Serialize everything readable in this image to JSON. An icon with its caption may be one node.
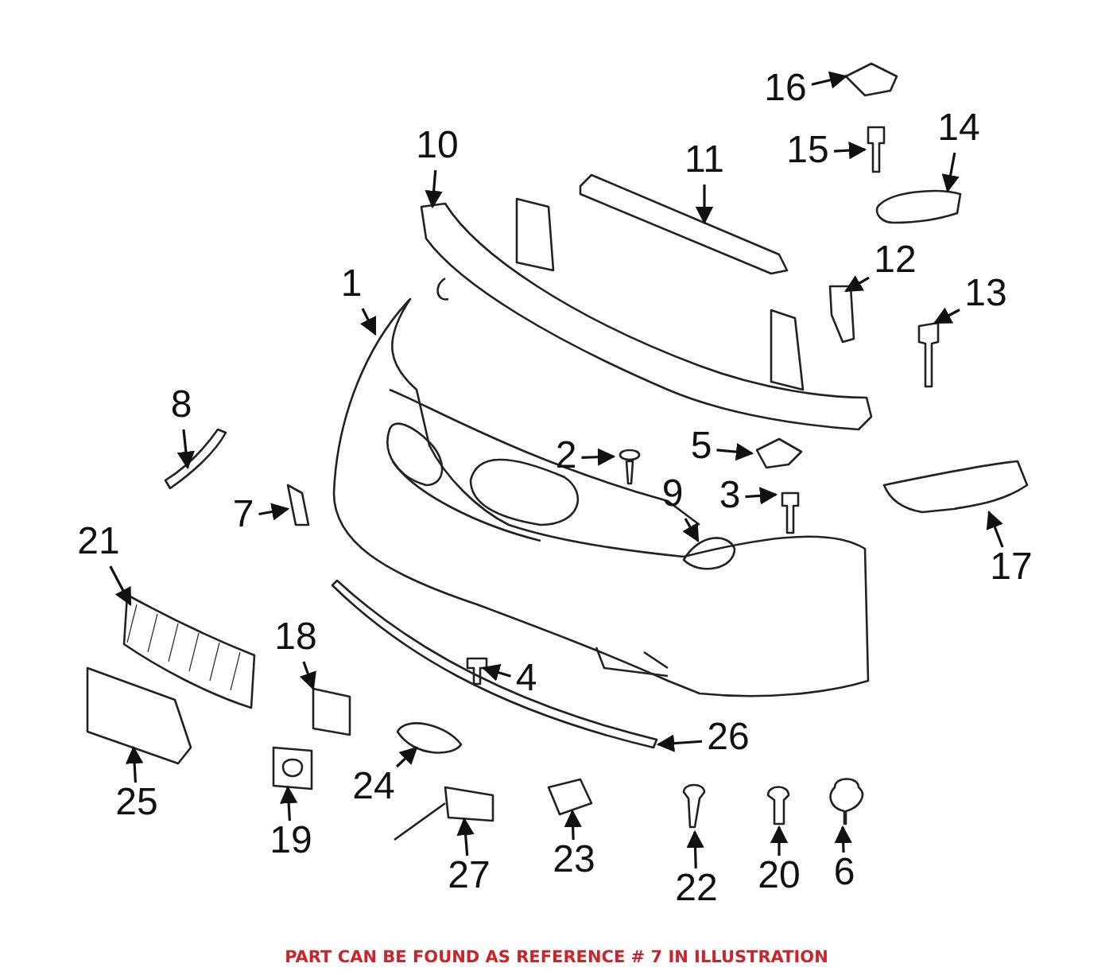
{
  "diagram": {
    "caption": "PART CAN BE FOUND AS REFERENCE # 7 IN ILLUSTRATION",
    "nodes": [
      {
        "text": [
          "1"
        ]
      },
      {
        "text": [
          "2"
        ]
      },
      {
        "text": [
          "3"
        ]
      },
      {
        "text": [
          "4"
        ]
      },
      {
        "text": [
          "5"
        ]
      },
      {
        "text": [
          "6"
        ]
      },
      {
        "text": [
          "7"
        ]
      },
      {
        "text": [
          "8"
        ]
      },
      {
        "text": [
          "9"
        ]
      },
      {
        "text": [
          "10"
        ]
      },
      {
        "text": [
          "11"
        ]
      },
      {
        "text": [
          "12"
        ]
      },
      {
        "text": [
          "13"
        ]
      },
      {
        "text": [
          "14"
        ]
      },
      {
        "text": [
          "15"
        ]
      },
      {
        "text": [
          "16"
        ]
      },
      {
        "text": [
          "17"
        ]
      },
      {
        "text": [
          "18"
        ]
      },
      {
        "text": [
          "19"
        ]
      },
      {
        "text": [
          "20"
        ]
      },
      {
        "text": [
          "21"
        ]
      },
      {
        "text": [
          "22"
        ]
      },
      {
        "text": [
          "23"
        ]
      },
      {
        "text": [
          "24"
        ]
      },
      {
        "text": [
          "25"
        ]
      },
      {
        "text": [
          "26"
        ]
      },
      {
        "text": [
          "27"
        ]
      }
    ],
    "edges": [
      {
        "from": 0,
        "to": null,
        "arrow": "to"
      },
      {
        "from": 1,
        "to": null,
        "arrow": "to"
      },
      {
        "from": 2,
        "to": null,
        "arrow": "to"
      },
      {
        "from": 3,
        "to": null,
        "arrow": "to"
      },
      {
        "from": 4,
        "to": null,
        "arrow": "to"
      },
      {
        "from": 5,
        "to": null,
        "arrow": "to"
      },
      {
        "from": 6,
        "to": null,
        "arrow": "to"
      },
      {
        "from": 7,
        "to": null,
        "arrow": "to"
      },
      {
        "from": 8,
        "to": null,
        "arrow": "to"
      },
      {
        "from": 9,
        "to": null,
        "arrow": "to"
      },
      {
        "from": 10,
        "to": null,
        "arrow": "to"
      },
      {
        "from": 11,
        "to": null,
        "arrow": "to"
      },
      {
        "from": 12,
        "to": null,
        "arrow": "to"
      },
      {
        "from": 13,
        "to": null,
        "arrow": "to"
      },
      {
        "from": 14,
        "to": null,
        "arrow": "to"
      },
      {
        "from": 15,
        "to": null,
        "arrow": "to"
      },
      {
        "from": 16,
        "to": null,
        "arrow": "to"
      },
      {
        "from": 17,
        "to": null,
        "arrow": "to"
      },
      {
        "from": 18,
        "to": null,
        "arrow": "to"
      },
      {
        "from": 19,
        "to": null,
        "arrow": "to"
      },
      {
        "from": 20,
        "to": null,
        "arrow": "to"
      },
      {
        "from": 21,
        "to": null,
        "arrow": "to"
      },
      {
        "from": 22,
        "to": null,
        "arrow": "to"
      },
      {
        "from": 23,
        "to": null,
        "arrow": "to"
      },
      {
        "from": 24,
        "to": null,
        "arrow": "to"
      },
      {
        "from": 25,
        "to": null,
        "arrow": "to"
      },
      {
        "from": 26,
        "to": null,
        "arrow": "to"
      }
    ]
  }
}
